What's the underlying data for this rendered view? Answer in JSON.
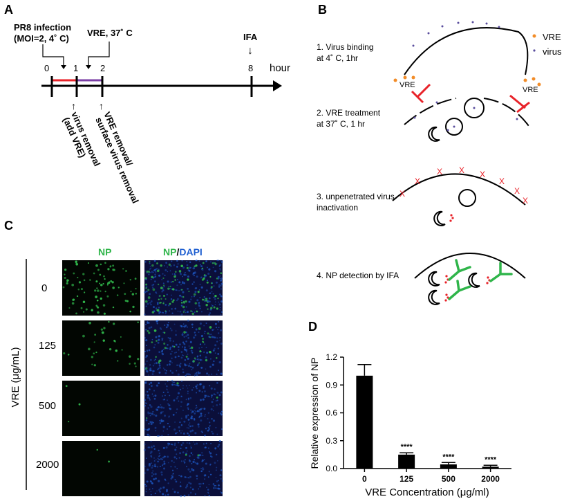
{
  "panel_a": {
    "letter": "A",
    "infection_label": [
      "PR8 infection",
      "(MOI=2, 4˚ C)"
    ],
    "vre_label": "VRE, 37˚ C",
    "ifa_label": "IFA",
    "arrow_down": "↓",
    "arrow_up": "↑",
    "ticks": [
      "0",
      "1",
      "2",
      "8"
    ],
    "axis_unit": "hour",
    "note_1": [
      "virus removal",
      "(add VRE)"
    ],
    "note_2": [
      "VRE removal/",
      "surface virus removal"
    ],
    "colors": {
      "infection_segment": "#e8232a",
      "vre_segment": "#7b3fa6"
    }
  },
  "panel_b": {
    "letter": "B",
    "legend": {
      "vre": "VRE",
      "virus": "virus",
      "vre_color": "#f28c28",
      "virus_color": "#5a4e9e"
    },
    "steps": [
      [
        "1. Virus binding",
        "at 4˚ C, 1hr"
      ],
      [
        "2. VRE treatment",
        "at 37˚ C, 1 hr"
      ],
      [
        "3. unpenetrated virus",
        "inactivation"
      ],
      [
        "4. NP detection by IFA"
      ]
    ],
    "vre_tag": "VRE",
    "inactivation_mark": "X",
    "colors": {
      "inhibit": "#e8232a",
      "antibody": "#2fb54a"
    }
  },
  "panel_c": {
    "letter": "C",
    "col_np": "NP",
    "col_np2": "NP",
    "col_sep": "/",
    "col_dapi": "DAPI",
    "ylabel": "VRE (μg/mL)",
    "rows": [
      "0",
      "125",
      "500",
      "2000"
    ],
    "np_dot_fraction": [
      1.0,
      0.35,
      0.03,
      0.02
    ],
    "colors": {
      "np": "#2fb54a",
      "dapi": "#1f5fd1"
    }
  },
  "panel_d": {
    "letter": "D"
  },
  "chart_data": {
    "type": "bar",
    "categories": [
      "0",
      "125",
      "500",
      "2000"
    ],
    "values": [
      1.0,
      0.15,
      0.045,
      0.02
    ],
    "errors": [
      0.12,
      0.02,
      0.02,
      0.015
    ],
    "significance": [
      "",
      "****",
      "****",
      "****"
    ],
    "xlabel": "VRE Concentration (μg/ml)",
    "ylabel": "Relative expression of NP",
    "ylim": [
      0,
      1.2
    ],
    "yticks": [
      "0.0",
      "0.3",
      "0.6",
      "0.9",
      "1.2"
    ],
    "bar_color": "#000000"
  }
}
